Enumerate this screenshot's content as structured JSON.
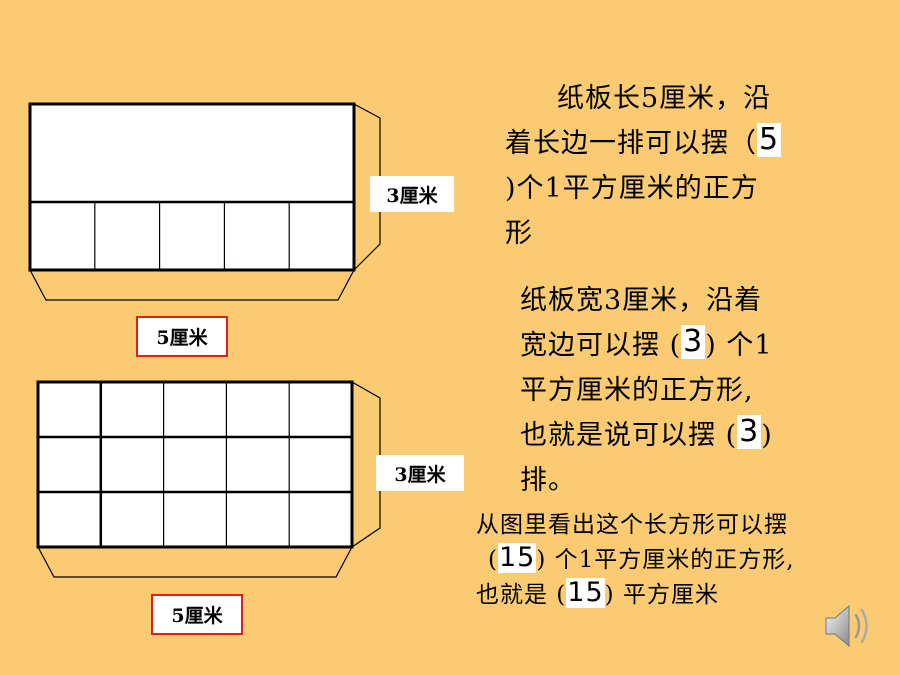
{
  "figure1": {
    "height_label": "3厘米",
    "width_label": "5厘米",
    "rows": 1,
    "cols": 5
  },
  "figure2": {
    "height_label": "3厘米",
    "width_label": "5厘米",
    "rows": 3,
    "cols": 5
  },
  "paragraph1": {
    "line1": "纸板长5厘米，沿",
    "line2_before": "着长边一排可以摆（",
    "answer": "5",
    "line3_after": ")个1平方厘米的正方",
    "line4": "形"
  },
  "paragraph2": {
    "line1": "纸板宽3厘米，沿着",
    "line2_before": "宽边可以摆 (",
    "answer1": "3",
    "line2_after": ") 个1",
    "line3": "平方厘米的正方形,",
    "line4_before": "也就是说可以摆 (",
    "answer2": "3",
    "line4_after": ")",
    "line5": "排。"
  },
  "paragraph3": {
    "line1": "从图里看出这个长方形可以摆",
    "line2_before": "(",
    "answer1": "15",
    "line2_after": ") 个1平方厘米的正方形,",
    "line3_before": "也就是 (",
    "answer2": "15",
    "line3_after": ") 平方厘米"
  },
  "icons": {
    "speaker": "speaker-icon"
  }
}
